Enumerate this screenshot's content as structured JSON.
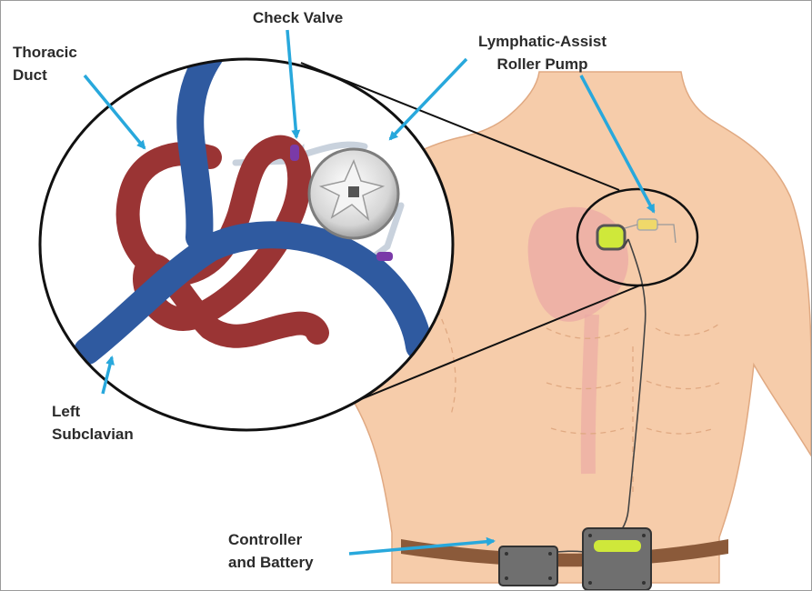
{
  "labels": {
    "thoracic_duct": [
      "Thoracic",
      "Duct"
    ],
    "check_valve": "Check Valve",
    "roller_pump": [
      "Lymphatic-Assist",
      "Roller Pump"
    ],
    "left_subclavian": [
      "Left",
      "Subclavian"
    ],
    "controller": [
      "Controller",
      "and Battery"
    ]
  },
  "colors": {
    "skin": "#f6ccaa",
    "skin_outline": "#e0a982",
    "heart": "#eba9a4",
    "vein": "#2f5aa0",
    "thoracic_duct": "#9a3434",
    "arrow": "#28a8dc",
    "valve": "#7a3aa8",
    "belt": "#8b5a3a",
    "device": "#6f6f6f",
    "screen": "#cfe83a"
  }
}
